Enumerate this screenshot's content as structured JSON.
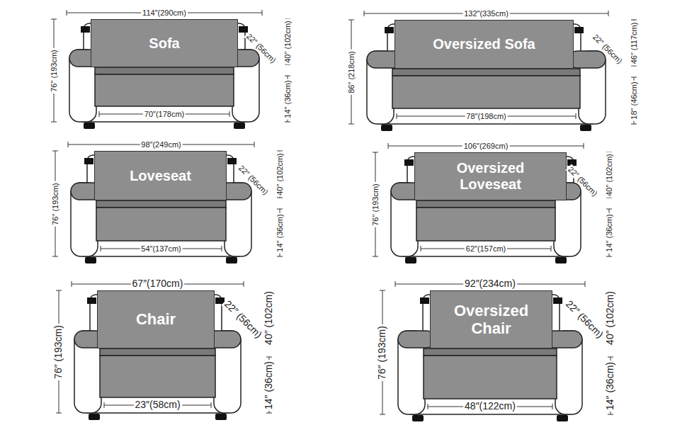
{
  "diagram": {
    "nodes": [
      {
        "text": [
          "Sofa"
        ]
      },
      {
        "text": [
          "Oversized Sofa"
        ]
      },
      {
        "text": [
          "Loveseat"
        ]
      },
      {
        "text": [
          "Oversized Loveseat"
        ]
      },
      {
        "text": [
          "Chair"
        ]
      },
      {
        "text": [
          "Oversized Chair"
        ]
      }
    ],
    "labels": [
      "114″(290cm)",
      "76″ (193cm)",
      "40″ (102cm)",
      "22″ (56cm)",
      "14″ (36cm)",
      "70″(178cm)",
      "132″(335cm)",
      "86″ (218cm)",
      "46″ (117cm)",
      "22″ (56cm)",
      "18″ (46cm)",
      "78″(198cm)",
      "98″(249cm)",
      "76″ (193cm)",
      "40″ (102cm)",
      "22″ (56cm)",
      "14″ (36cm)",
      "54″(137cm)",
      "106″(269cm)",
      "76″ (193cm)",
      "40″ (102cm)",
      "22″ (56cm)",
      "14″ (36cm)",
      "62″(157cm)",
      "67″(170cm)",
      "76″ (193cm)",
      "40″ (102cm)",
      "22″ (56cm)",
      "14″ (36cm)",
      "23″(58cm)",
      "92″(234cm)",
      "76″ (193cm)",
      "40″ (102cm)",
      "22″ (56cm)",
      "14″ (36cm)",
      "48″(122cm)"
    ]
  }
}
